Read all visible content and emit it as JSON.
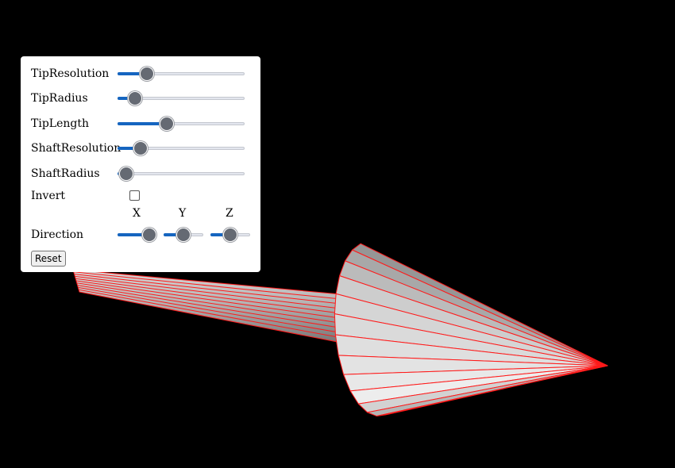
{
  "controls": {
    "tip_resolution": {
      "label": "TipResolution",
      "value": 0.23
    },
    "tip_radius": {
      "label": "TipRadius",
      "value": 0.14
    },
    "tip_length": {
      "label": "TipLength",
      "value": 0.39
    },
    "shaft_resolution": {
      "label": "ShaftResolution",
      "value": 0.18
    },
    "shaft_radius": {
      "label": "ShaftRadius",
      "value": 0.07
    },
    "invert": {
      "label": "Invert",
      "checked": false
    },
    "direction": {
      "label": "Direction",
      "x_label": "X",
      "y_label": "Y",
      "z_label": "Z",
      "x_value": 0.8,
      "y_value": 0.5,
      "z_value": 0.5
    },
    "reset_label": "Reset"
  },
  "colors": {
    "background": "#000000",
    "slider_fill": "#1565c0",
    "slider_thumb": "#656a73",
    "edge": "#ff1a1a"
  },
  "scene": {
    "object": "arrow",
    "tip_facets": 13,
    "shaft_facets": 10
  }
}
